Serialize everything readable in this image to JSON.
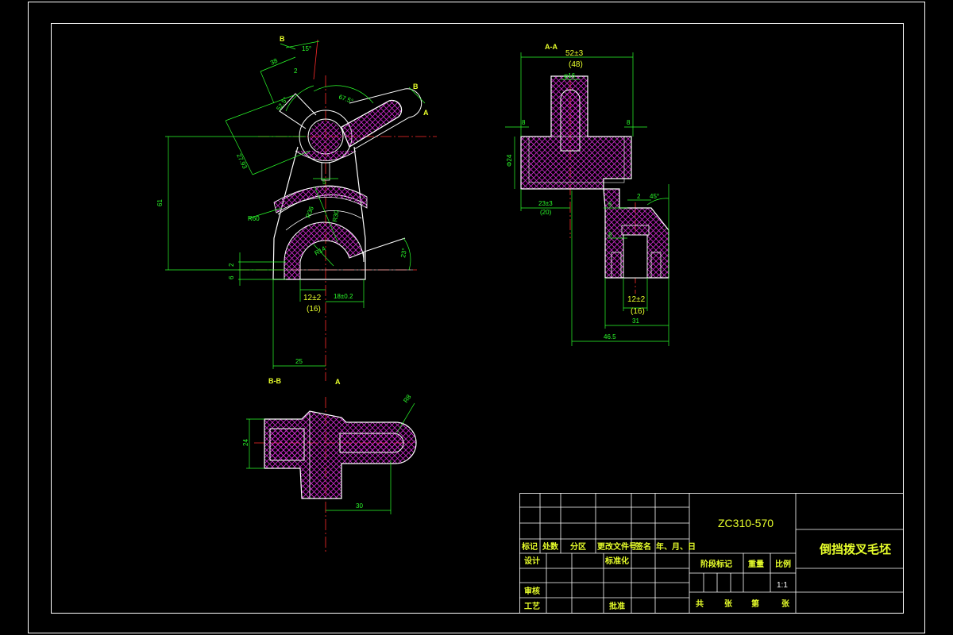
{
  "drawing": {
    "drawing_number": "ZC310-570",
    "part_name": "倒挡拨叉毛坯",
    "scale": "1:1"
  },
  "colors": {
    "background": "#000000",
    "frame": "#ffffff",
    "outline": "#ffffff",
    "dimension": "#2bff2b",
    "center_line": "#ff2b2b",
    "hatch": "#cc2bcc",
    "text_yellow": "#e8ff2b"
  },
  "section_labels": {
    "aa": "A-A",
    "bb": "B-B",
    "a_top": "A",
    "a_bottom": "A",
    "b_top": "B",
    "b_right": "B"
  },
  "dimensions": {
    "main_view": {
      "d15": "15°",
      "d38": "38",
      "d2": "2",
      "d675": "67.5°",
      "d525": "52.5°",
      "d2793": "27.93",
      "d61": "61",
      "d5": "5",
      "r60": "R60",
      "r36": "R36",
      "r30": "R30",
      "r14": "R14",
      "d2b": "2",
      "d6": "6",
      "d23": "23°",
      "d12": "12±2",
      "d12p": "(16)",
      "d18": "18±0.2",
      "d25": "25"
    },
    "aa_view": {
      "d52": "52±3",
      "d52p": "(48)",
      "phi16": "φ16",
      "d8l": "8",
      "d8r": "8",
      "phi24": "Φ24",
      "d23": "23±3",
      "d23p": "(20)",
      "d2": "2",
      "d45": "45°",
      "d6": "6",
      "d8": "8",
      "d12": "12±2",
      "d12p": "(16)",
      "d31": "31",
      "d465": "46.5"
    },
    "bb_view": {
      "d24": "24",
      "r8": "R8",
      "d30": "30"
    }
  },
  "title_block": {
    "rev_headers": [
      "标记",
      "处数",
      "分区",
      "更改文件号",
      "签名",
      "年、月、日"
    ],
    "design": "设计",
    "standardization": "标准化",
    "review": "审核",
    "process": "工艺",
    "approve": "批准",
    "stage_mark": "阶段标记",
    "weight": "重量",
    "scale_label": "比例",
    "total": "共",
    "sheets": "张",
    "sheet_no": "第",
    "sheet_unit": "张"
  }
}
